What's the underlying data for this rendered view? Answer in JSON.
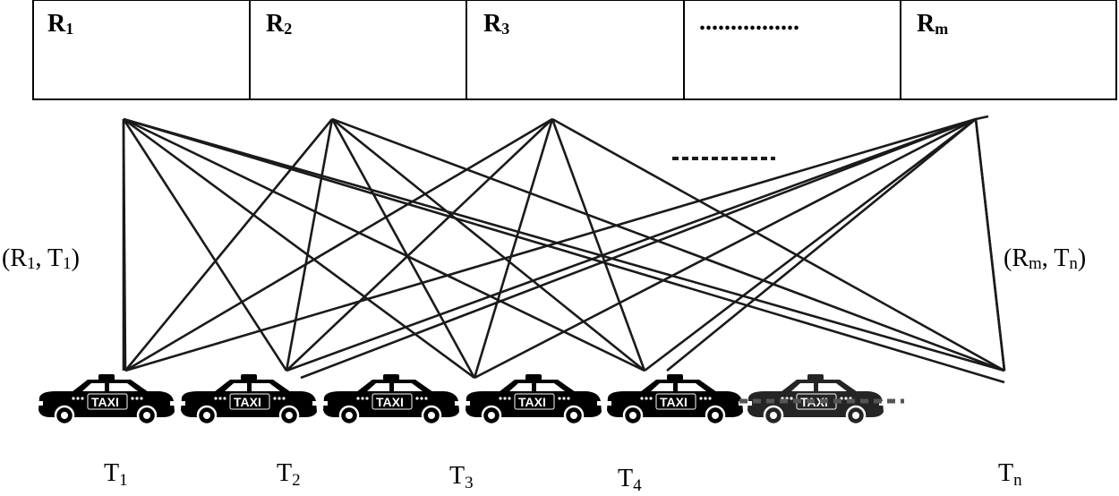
{
  "resources": [
    {
      "main": "R",
      "sub": "1"
    },
    {
      "main": "R",
      "sub": "2"
    },
    {
      "main": "R",
      "sub": "3"
    },
    {
      "main": "",
      "sub": "",
      "ellipsis": "................"
    },
    {
      "main": "R",
      "sub": "m"
    }
  ],
  "edge_labels": {
    "left": {
      "open": "(R",
      "sub1": "1",
      "mid": ", T",
      "sub2": "1",
      "close": ")"
    },
    "right": {
      "open": "(R",
      "sub1": "m",
      "mid": ", T",
      "sub2": "n",
      "close": ")"
    }
  },
  "taxi_sign": "TAXI",
  "taxis": [
    {
      "main": "T",
      "sub": "1"
    },
    {
      "main": "T",
      "sub": "2"
    },
    {
      "main": "T",
      "sub": "3"
    },
    {
      "main": "T",
      "sub": "4"
    },
    {
      "main": "",
      "sub": ""
    },
    {
      "main": "T",
      "sub": "n"
    }
  ],
  "colors": {
    "line": "#1a1a1a",
    "taxi": "#000000",
    "background": "#ffffff"
  }
}
